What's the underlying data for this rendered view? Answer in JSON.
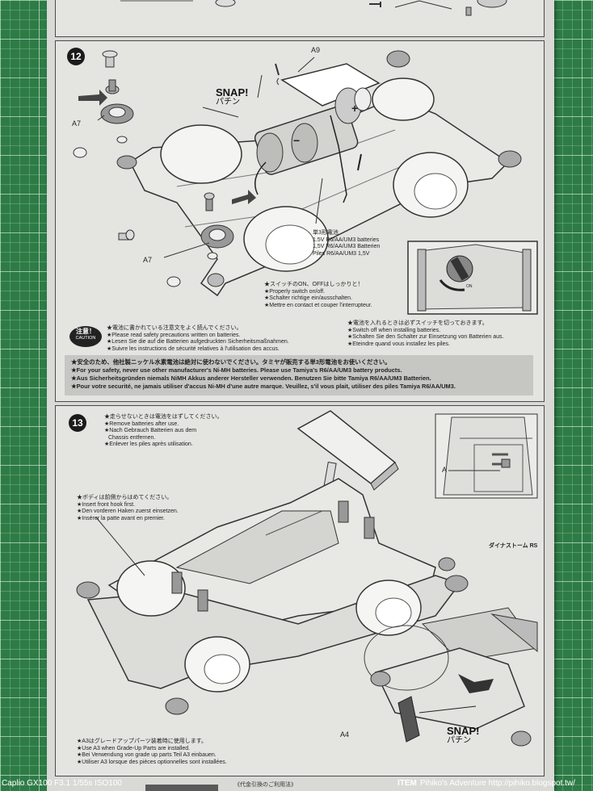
{
  "step12": {
    "number": "12",
    "labels": {
      "a9": "A9",
      "a7_top": "A7",
      "a7_bottom": "A7"
    },
    "snap": {
      "en": "SNAP!",
      "jp": "パチン"
    },
    "battery_note": [
      "単3形電池",
      "1.5V R6/AA/UM3 batteries",
      "1,5V R6/AA/UM3 Batterien",
      "Piles R6/AA/UM3 1,5V"
    ],
    "switch_note": [
      "★スイッチのON、OFFはしっかりと！",
      "★Properly switch on/off.",
      "★Schalter richtige ein/ausschalten.",
      "★Mettre en contact et couper l'interrupteur."
    ],
    "switch_on": "ON",
    "caution": {
      "jp": "注意！",
      "en": "CAUTION"
    },
    "caution_left": [
      "★電池に書かれている注意文をよく読んでください。",
      "★Please read safety precautions written on batteries.",
      "★Lesen Sie die auf die Batterien aufgedruckten Sicherheitsmaßnahmen.",
      "★Suivre les instructions de sécurité relatives à l'utilisation des accus."
    ],
    "caution_right": [
      "★電池を入れるときは必ずスイッチを切っておきます。",
      "★Switch off when installing batteries.",
      "★Schalten Sie den Schalter zur Einsetzung von Batterien aus.",
      "★Eteindre quand vous installez les piles."
    ],
    "safety": [
      "★安全のため、他社製ニッケル水素電池は絶対に使わないでください。タミヤが販売する単3形電池をお使いください。",
      "★For your safety, never use other manufacturer's Ni-MH batteries. Please use Tamiya's R6/AA/UM3 battery products.",
      "★Aus Sicherheitsgründen niemals NiMH Akkus anderer Hersteller verwenden. Benutzen Sie bitte Tamiya R6/AA/UM3 Batterien.",
      "★Pour votre securité, ne jamais utiliser d'accus Ni-MH d'une autre marque. Veuillez, s'il vous plait, utiliser des piles Tamiya R6/AA/UM3."
    ]
  },
  "step13": {
    "number": "13",
    "remove_note": [
      "★走らせないときは電池をはずしてください。",
      "★Remove batteries after use.",
      "★Nach Gebrauch Batterien aus dem",
      "Chassis entfernen.",
      "★Enlever les piles après utilisation."
    ],
    "hook_note": [
      "★ボディは前側からはめてください。",
      "★Insert front hook first.",
      "★Den vorderen Haken zuerst einsetzen.",
      "★Insérer la patte avant en premier."
    ],
    "a3_note": [
      "★A3はグレードアップパーツ装着時に使用します。",
      "★Use A3 when Grade-Up Parts are installed.",
      "★Bei Verwendung von grade up parts Teil A3 einbauen.",
      "★Utiliser A3 lorsque des pièces optionnelles sont installées."
    ],
    "labels": {
      "a": "A",
      "a4": "A4"
    },
    "snap": {
      "en": "SNAP!",
      "jp": "パチン"
    },
    "car_name": "ダイナストーム RS"
  },
  "footer": {
    "camera": "Caplio GX100 F3.1 1/55s ISO100",
    "item": "ITEM",
    "blog": "Pihiko's Adventure http://pihiko.blogspot.tw/",
    "bottom_jp": "《代金引換のご利用法》"
  }
}
